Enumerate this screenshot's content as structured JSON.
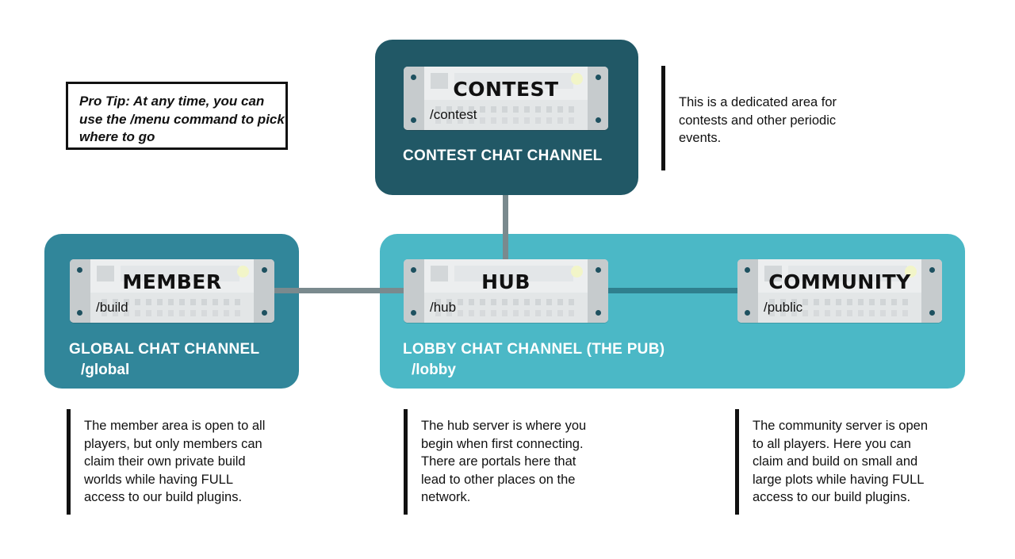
{
  "tip": {
    "text": "Pro Tip: At any time, you can use the /menu command to pick where to go"
  },
  "channels": {
    "contest": {
      "label": "CONTEST CHAT CHANNEL"
    },
    "global": {
      "label": "GLOBAL CHAT CHANNEL",
      "command": "/global"
    },
    "lobby": {
      "label": "LOBBY CHAT CHANNEL (THE PUB)",
      "command": "/lobby"
    }
  },
  "servers": {
    "contest": {
      "name": "CONTEST",
      "command": "/contest"
    },
    "member": {
      "name": "MEMBER",
      "command": "/build"
    },
    "hub": {
      "name": "HUB",
      "command": "/hub"
    },
    "community": {
      "name": "COMMUNITY",
      "command": "/public"
    }
  },
  "descriptions": {
    "contest": [
      "This is a dedicated area for",
      "contests  and other periodic",
      "events."
    ],
    "member": [
      "The member area is open to all",
      "players, but only members can",
      "claim their own private build",
      "worlds while having FULL",
      "access to our build plugins."
    ],
    "hub": [
      "The hub server is where you",
      "begin when first connecting.",
      "There are portals here that",
      "lead to other places on the",
      "network."
    ],
    "community": [
      "The community server is open",
      "to all players.  Here you can",
      "claim and build on small and",
      "large plots while having FULL",
      "access to our build plugins."
    ]
  },
  "colors": {
    "contest_panel": "#215866",
    "global_panel": "#31869a",
    "lobby_panel": "#4bb8c6",
    "connector": "#7a8a8e"
  }
}
